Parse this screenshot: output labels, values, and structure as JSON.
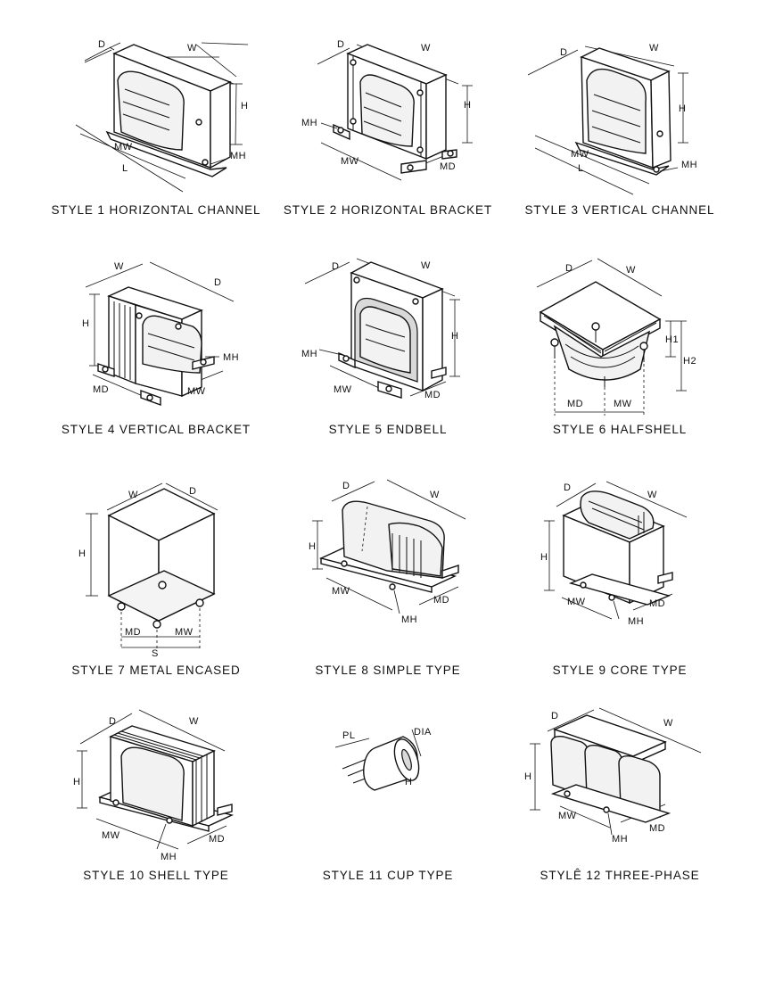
{
  "styles": [
    {
      "caption": "STYLE 1  HORIZONTAL CHANNEL",
      "labels": [
        "D",
        "W",
        "H",
        "MW",
        "L",
        "MH"
      ]
    },
    {
      "caption": "STYLE 2  HORIZONTAL BRACKET",
      "labels": [
        "D",
        "W",
        "H",
        "MH",
        "MW",
        "MD"
      ]
    },
    {
      "caption": "STYLE 3  VERTICAL CHANNEL",
      "labels": [
        "D",
        "W",
        "H",
        "MW",
        "L",
        "MH"
      ]
    },
    {
      "caption": "STYLE 4   VERTICAL BRACKET",
      "labels": [
        "W",
        "D",
        "H",
        "MH",
        "MD",
        "MW"
      ]
    },
    {
      "caption": "STYLE 5   ENDBELL",
      "labels": [
        "D",
        "W",
        "H",
        "MH",
        "MW",
        "MD"
      ]
    },
    {
      "caption": "STYLE 6   HALFSHELL",
      "labels": [
        "D",
        "W",
        "H1",
        "H2",
        "MD",
        "MW"
      ]
    },
    {
      "caption": "STYLE 7   METAL ENCASED",
      "labels": [
        "W",
        "D",
        "H",
        "MD",
        "MW",
        "S"
      ]
    },
    {
      "caption": "STYLE 8   SIMPLE TYPE",
      "labels": [
        "D",
        "W",
        "H",
        "MW",
        "MD",
        "MH"
      ]
    },
    {
      "caption": "STYLE 9   CORE TYPE",
      "labels": [
        "D",
        "W",
        "H",
        "MW",
        "MD",
        "MH"
      ]
    },
    {
      "caption": "STYLE 10   SHELL TYPE",
      "labels": [
        "D",
        "W",
        "H",
        "MW",
        "MH",
        "MD"
      ]
    },
    {
      "caption": "STYLE 11   CUP TYPE",
      "labels": [
        "PL",
        "DIA",
        "H"
      ]
    },
    {
      "caption": "STYLÊ 12   THREE-PHASE",
      "labels": [
        "D",
        "W",
        "H",
        "MW",
        "MH",
        "MD"
      ]
    }
  ]
}
